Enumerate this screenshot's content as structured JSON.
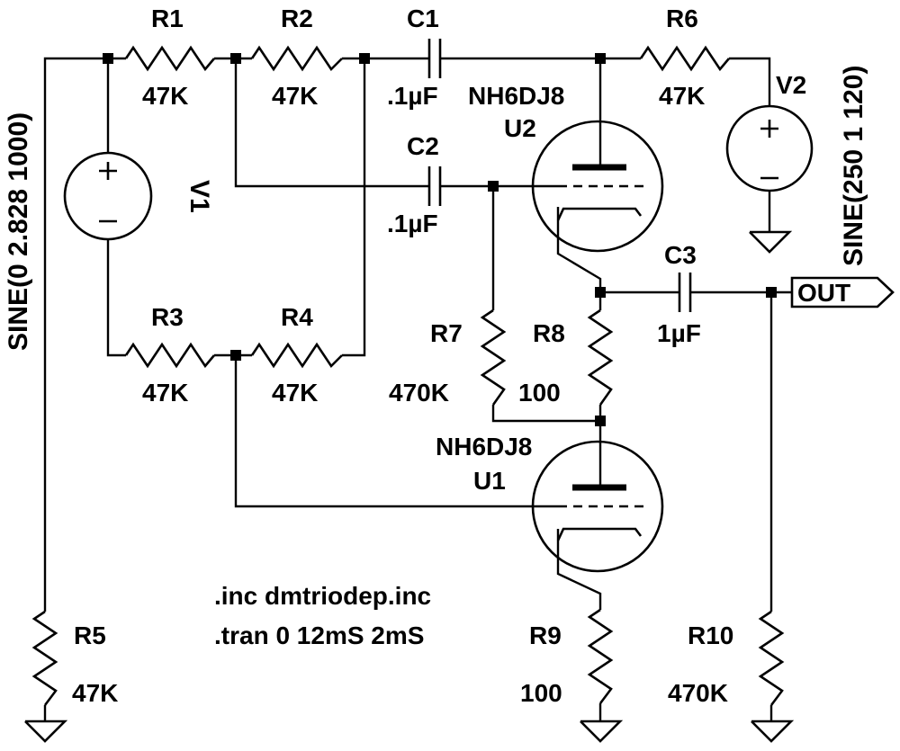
{
  "components": {
    "R1": {
      "name": "R1",
      "value": "47K"
    },
    "R2": {
      "name": "R2",
      "value": "47K"
    },
    "R3": {
      "name": "R3",
      "value": "47K"
    },
    "R4": {
      "name": "R4",
      "value": "47K"
    },
    "R5": {
      "name": "R5",
      "value": "47K"
    },
    "R6": {
      "name": "R6",
      "value": "47K"
    },
    "R7": {
      "name": "R7",
      "value": "470K"
    },
    "R8": {
      "name": "R8",
      "value": "100"
    },
    "R9": {
      "name": "R9",
      "value": "100"
    },
    "R10": {
      "name": "R10",
      "value": "470K"
    },
    "C1": {
      "name": "C1",
      "value": ".1µF"
    },
    "C2": {
      "name": "C2",
      "value": ".1µF"
    },
    "C3": {
      "name": "C3",
      "value": "1µF"
    },
    "V1": {
      "name": "V1",
      "value": "SINE(0 2.828 1000)"
    },
    "V2": {
      "name": "V2",
      "value": "SINE(250 1 120)"
    },
    "U1": {
      "name": "U1",
      "model": "NH6DJ8"
    },
    "U2": {
      "name": "U2",
      "model": "NH6DJ8"
    }
  },
  "output_label": "OUT",
  "directives": [
    ".inc dmtriodep.inc",
    ".tran 0 12mS 2mS"
  ]
}
